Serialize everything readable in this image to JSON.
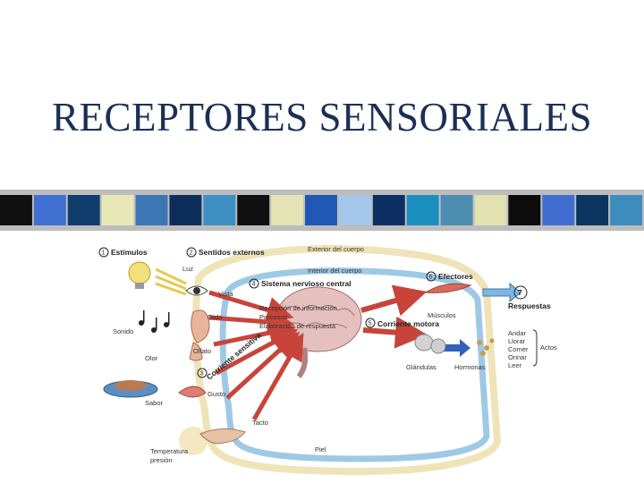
{
  "slide": {
    "title": "RECEPTORES SENSORIALES",
    "colors": {
      "title": "#1b2f55",
      "stripes": [
        "#101010",
        "#3f6fd1",
        "#0e3d6e",
        "#e8e8b6",
        "#3d76b4",
        "#0d2e5a",
        "#3e8fc4",
        "#101010",
        "#e3e3b3",
        "#1f58b5",
        "#a4c6ea",
        "#0e2f63",
        "#1b8fc0",
        "#4c8eb2",
        "#e2e2b0",
        "#0c0c0c",
        "#3f6ed0",
        "#0c3560",
        "#3d8cbe"
      ]
    }
  },
  "diagram": {
    "steps": {
      "s1": {
        "num": "1",
        "label": "Estímulos"
      },
      "s2": {
        "num": "2",
        "label": "Sentidos externos"
      },
      "s4": {
        "num": "4",
        "label": "Sistema nervioso central"
      },
      "s5": {
        "num": "5",
        "label": "Corriente motora"
      },
      "s6": {
        "num": "6",
        "label": "Efectores"
      },
      "s7": {
        "num": "7",
        "label": "Respuestas"
      },
      "s3": {
        "num": "3",
        "label": "Corriente sensitiva"
      }
    },
    "labels": {
      "exterior": "Exterior del cuerpo",
      "interior": "Interior del cuerpo",
      "luz": "Luz",
      "vista": "Vista",
      "sonido": "Sonido",
      "oido": "Oído",
      "olor": "Olor",
      "olfato": "Olfato",
      "sabor": "Sabor",
      "gusto": "Gusto",
      "tacto": "Tacto",
      "temperatura": "Temperatura",
      "presion": "presión",
      "piel": "Piel",
      "recepcion": "Recepción de información",
      "procesos": "Procesos",
      "elaboracion": "Elaboración de respuesta",
      "musculos": "Músculos",
      "glandulas": "Glándulas",
      "hormonas": "Hormonas",
      "actos": "Actos"
    },
    "responses": [
      "Andar",
      "Llorar",
      "Comer",
      "Orinar",
      "Leer"
    ]
  }
}
